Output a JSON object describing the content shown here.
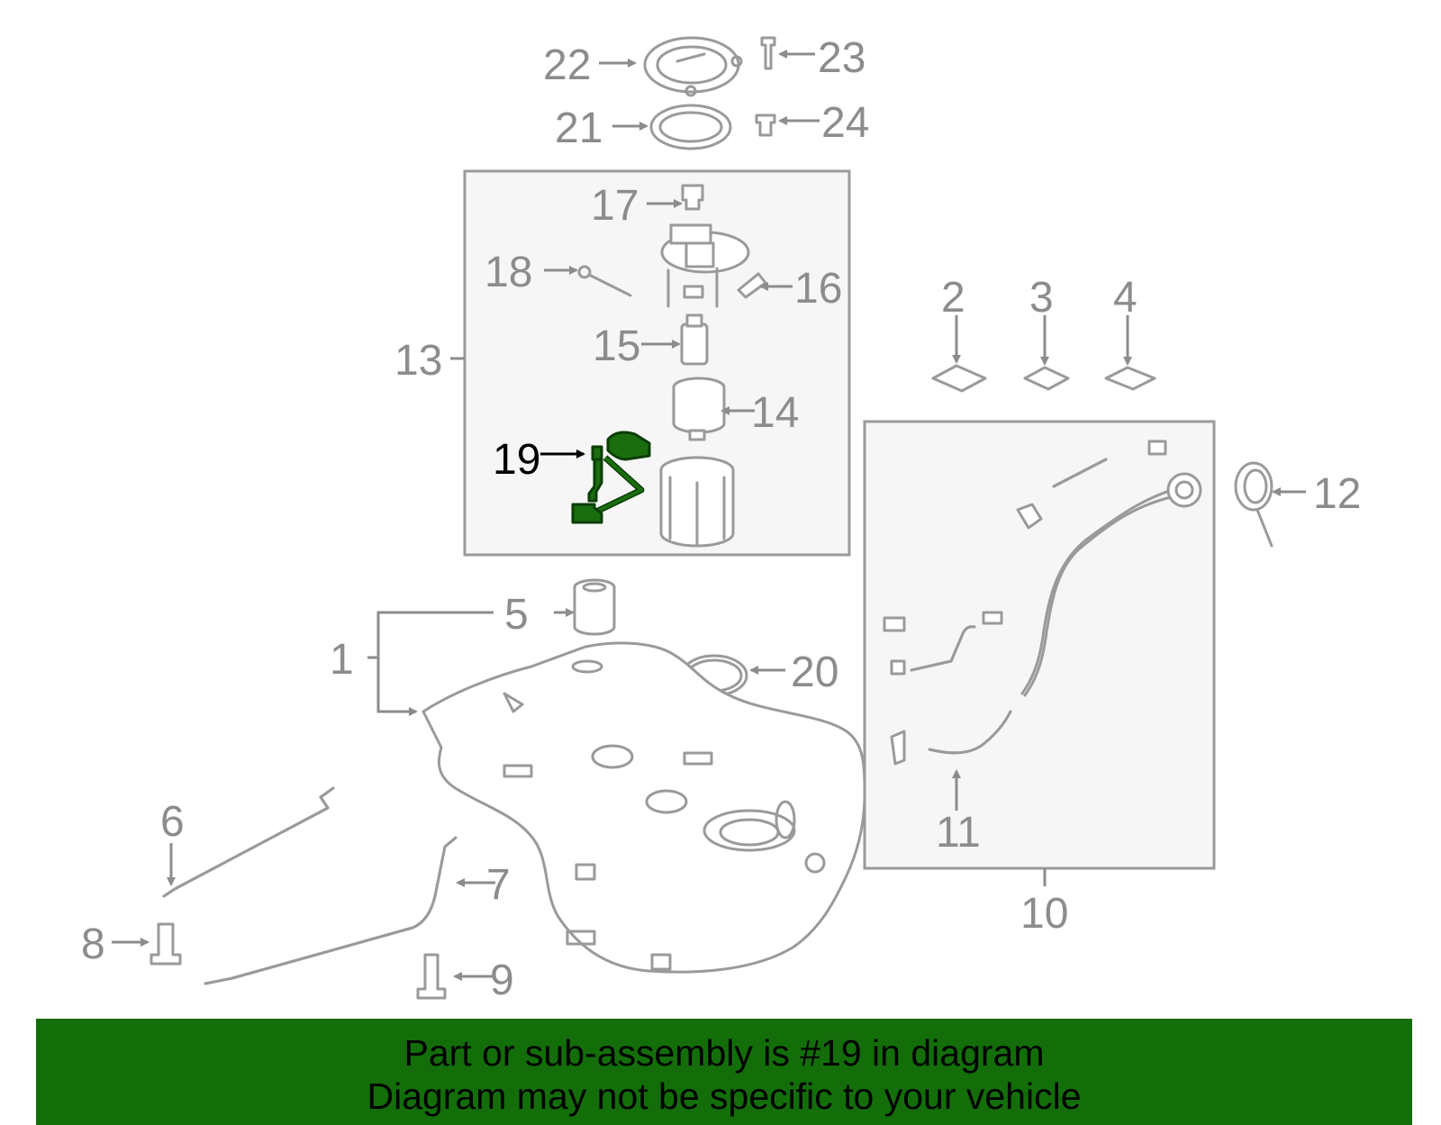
{
  "labels": [
    "1",
    "2",
    "3",
    "4",
    "5",
    "6",
    "7",
    "8",
    "9",
    "10",
    "11",
    "12",
    "13",
    "14",
    "15",
    "16",
    "17",
    "18",
    "19",
    "20",
    "21",
    "22",
    "23",
    "24"
  ],
  "highlighted_part": "19",
  "colors": {
    "highlight": "#1a6e0e",
    "banner": "#136e0a",
    "line": "#9a9a9a",
    "label": "#8c8c8c"
  },
  "banner": {
    "line1": "Part or sub-assembly is #19 in diagram",
    "line2": "Diagram may not be specific to your vehicle"
  }
}
